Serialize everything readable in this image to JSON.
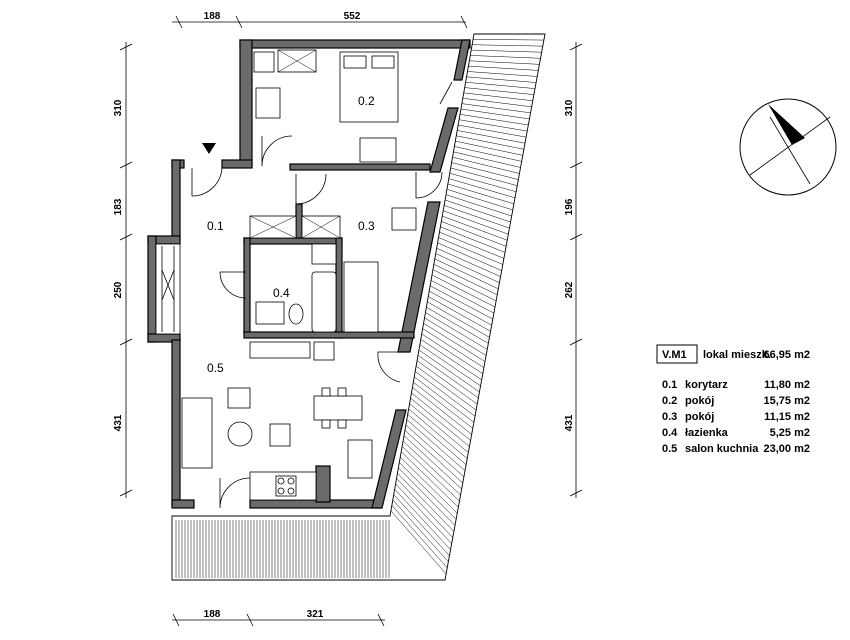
{
  "dimensions": {
    "top": [
      "188",
      "552"
    ],
    "bottom": [
      "188",
      "321"
    ],
    "left": [
      "310",
      "183",
      "250",
      "431"
    ],
    "right": [
      "310",
      "196",
      "262",
      "431"
    ]
  },
  "rooms": [
    {
      "id": "0.1",
      "label": "0.1"
    },
    {
      "id": "0.2",
      "label": "0.2"
    },
    {
      "id": "0.3",
      "label": "0.3"
    },
    {
      "id": "0.4",
      "label": "0.4"
    },
    {
      "id": "0.5",
      "label": "0.5"
    }
  ],
  "legend": {
    "unit_code": "V.M1",
    "total_label": "lokal mieszk.",
    "total_area": "66,95 m2",
    "items": [
      {
        "num": "0.1",
        "name": "korytarz",
        "area": "11,80 m2"
      },
      {
        "num": "0.2",
        "name": "pokój",
        "area": "15,75 m2"
      },
      {
        "num": "0.3",
        "name": "pokój",
        "area": "11,15 m2"
      },
      {
        "num": "0.4",
        "name": "łazienka",
        "area": "5,25 m2"
      },
      {
        "num": "0.5",
        "name": "salon kuchnia",
        "area": "23,00 m2"
      }
    ]
  },
  "icons": {
    "compass": "north-arrow-icon",
    "entrance": "entrance-arrow-icon"
  }
}
